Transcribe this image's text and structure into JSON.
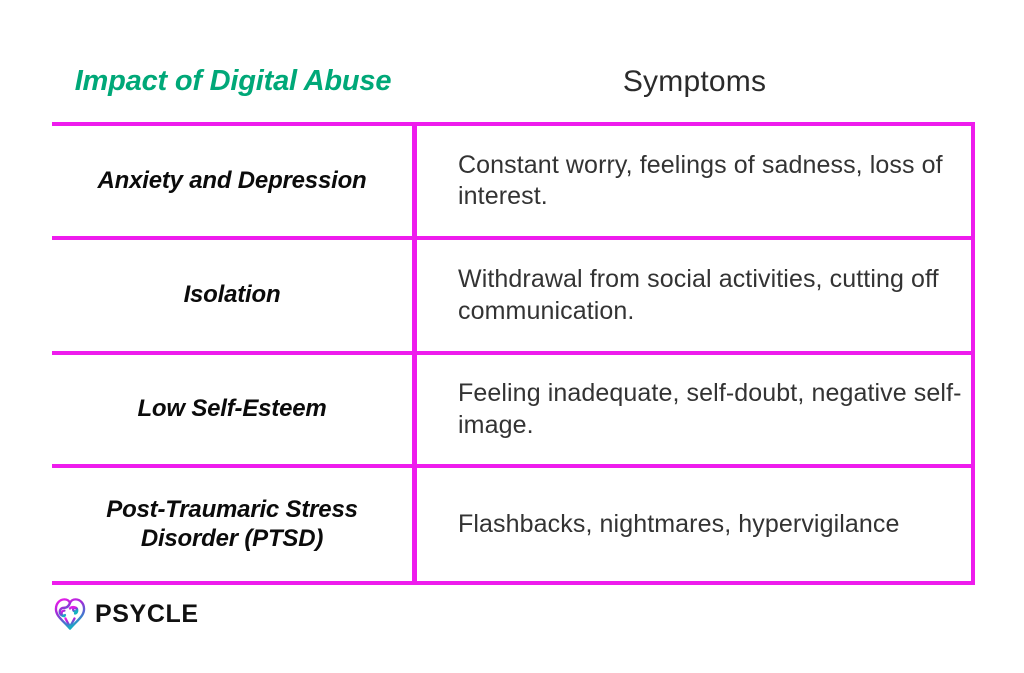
{
  "table": {
    "headers": {
      "impact": "Impact of Digital Abuse",
      "symptoms": "Symptoms"
    },
    "rows": [
      {
        "impact": "Anxiety and Depression",
        "symptoms": "Constant worry, feelings of sadness, loss of interest."
      },
      {
        "impact": "Isolation",
        "symptoms": "Withdrawal from social activities, cutting off communication."
      },
      {
        "impact": "Low Self-Esteem",
        "symptoms": "Feeling inadequate, self-doubt, negative self-image."
      },
      {
        "impact": "Post-Traumaric Stress Disorder (PTSD)",
        "symptoms": "Flashbacks, nightmares, hypervigilance"
      }
    ]
  },
  "brand": {
    "name": "PSYCLE",
    "mark_icon": "brain-heart-icon"
  },
  "colors": {
    "rule": "#ee1ced",
    "header_accent": "#00a878",
    "impact_text": "#0b0b0b",
    "symptom_text": "#333333",
    "background": "#ffffff",
    "logo_gradient_start": "#e81ce8",
    "logo_gradient_end": "#12b5c0"
  }
}
